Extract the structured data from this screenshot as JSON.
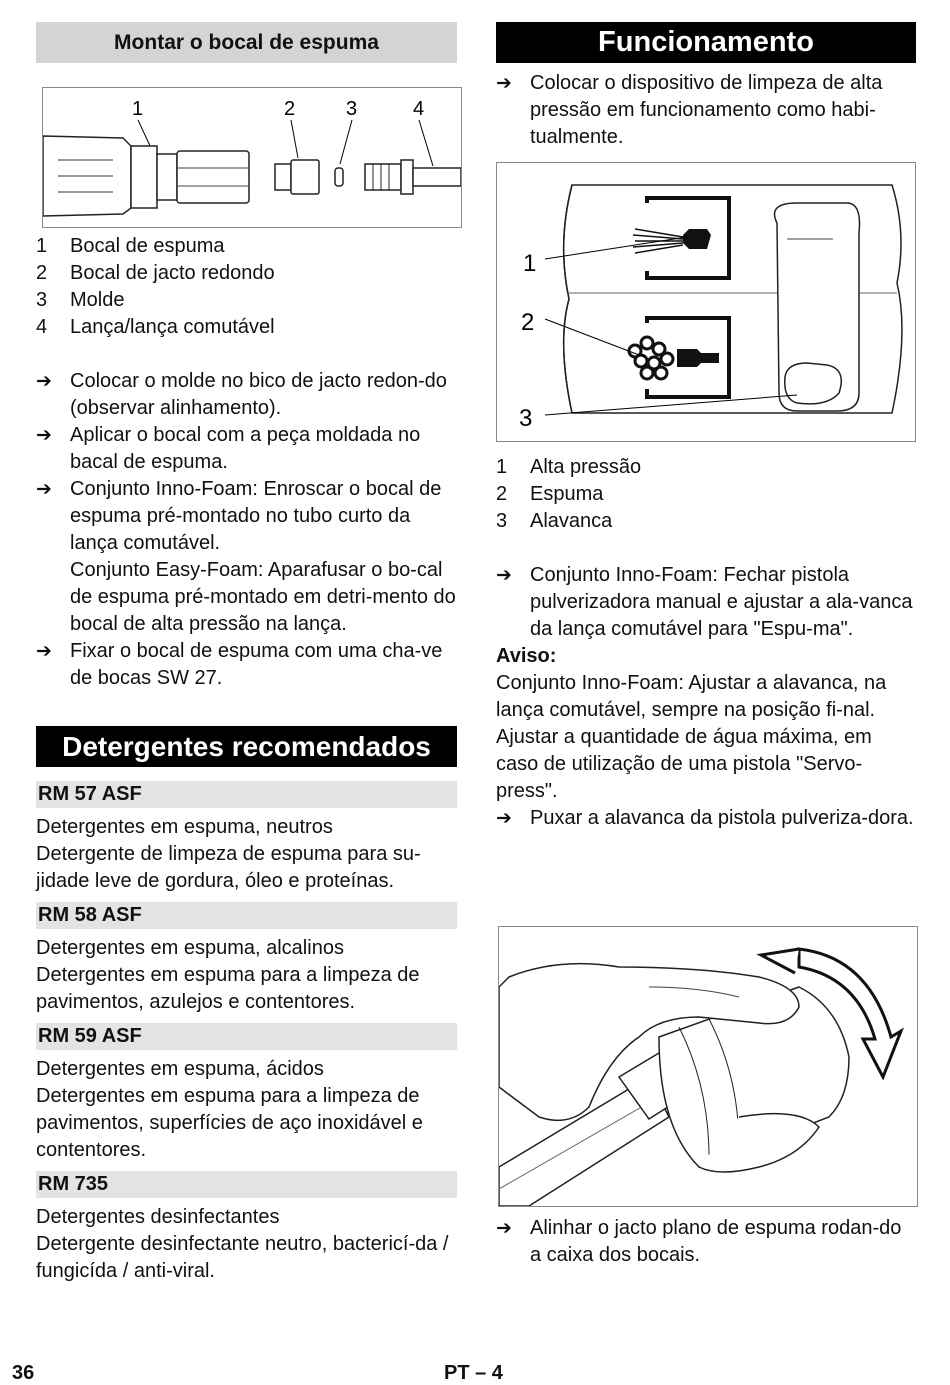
{
  "left": {
    "mount_heading": "Montar o bocal de espuma",
    "fig1_callouts": [
      "1",
      "2",
      "3",
      "4"
    ],
    "parts": [
      {
        "num": "1",
        "label": "Bocal de espuma"
      },
      {
        "num": "2",
        "label": "Bocal de jacto redondo"
      },
      {
        "num": "3",
        "label": "Molde"
      },
      {
        "num": "4",
        "label": "Lança/lança comutável"
      }
    ],
    "steps": [
      {
        "arrow": "➔",
        "text": "Colocar o molde no bico de jacto redon-do (observar alinhamento)."
      },
      {
        "arrow": "➔",
        "text": "Aplicar o bocal com a peça moldada no bacal de espuma."
      },
      {
        "arrow": "➔",
        "text": "Conjunto Inno-Foam: Enroscar o bocal de espuma pré-montado no tubo curto da lança comutável."
      },
      {
        "arrow": "",
        "text": "Conjunto Easy-Foam: Aparafusar o bo-cal de espuma pré-montado em detri-mento do bocal de alta pressão na lança."
      },
      {
        "arrow": "➔",
        "text": "Fixar o bocal de espuma com uma cha-ve de bocas SW 27."
      }
    ],
    "detergents_heading": "Detergentes recomendados",
    "detergents": [
      {
        "code": "RM 57 ASF",
        "line1": "Detergentes em espuma, neutros",
        "line2": "Detergente de limpeza de espuma para su-jidade leve de gordura, óleo e proteínas."
      },
      {
        "code": "RM 58 ASF",
        "line1": "Detergentes em espuma, alcalinos",
        "line2": "Detergentes em espuma para a limpeza de pavimentos, azulejos e contentores."
      },
      {
        "code": "RM 59 ASF",
        "line1": "Detergentes em espuma, ácidos",
        "line2": "Detergentes em espuma para a limpeza de pavimentos, superfícies de aço inoxidável e contentores."
      },
      {
        "code": "RM 735",
        "line1": "Detergentes desinfectantes",
        "line2": "Detergente desinfectante neutro, bactericí-da / fungicída /  anti-viral."
      }
    ]
  },
  "right": {
    "heading": "Funcionamento",
    "intro": {
      "arrow": "➔",
      "text": "Colocar o dispositivo de limpeza de alta pressão em funcionamento como habi-tualmente."
    },
    "fig2_callouts": [
      "1",
      "2",
      "3"
    ],
    "legend": [
      {
        "num": "1",
        "label": "Alta pressão"
      },
      {
        "num": "2",
        "label": "Espuma"
      },
      {
        "num": "3",
        "label": "Alavanca"
      }
    ],
    "step_inno": {
      "arrow": "➔",
      "text": "Conjunto Inno-Foam: Fechar pistola pulverizadora manual e ajustar a ala-vanca da lança comutável para \"Espu-ma\"."
    },
    "notice_label": "Aviso:",
    "notice_text": "Conjunto Inno-Foam: Ajustar a alavanca, na lança comutável, sempre na posição fi-nal.",
    "notice_text2": "Ajustar a quantidade de água máxima, em caso de utilização de uma pistola \"Servo-press\".",
    "step_pull": {
      "arrow": "➔",
      "text": "Puxar a alavanca da pistola pulveriza-dora."
    },
    "step_align": {
      "arrow": "➔",
      "text": "Alinhar o jacto plano de espuma rodan-do a caixa dos bocais."
    }
  },
  "footer": {
    "page_number": "36",
    "section": "PT – 4"
  }
}
